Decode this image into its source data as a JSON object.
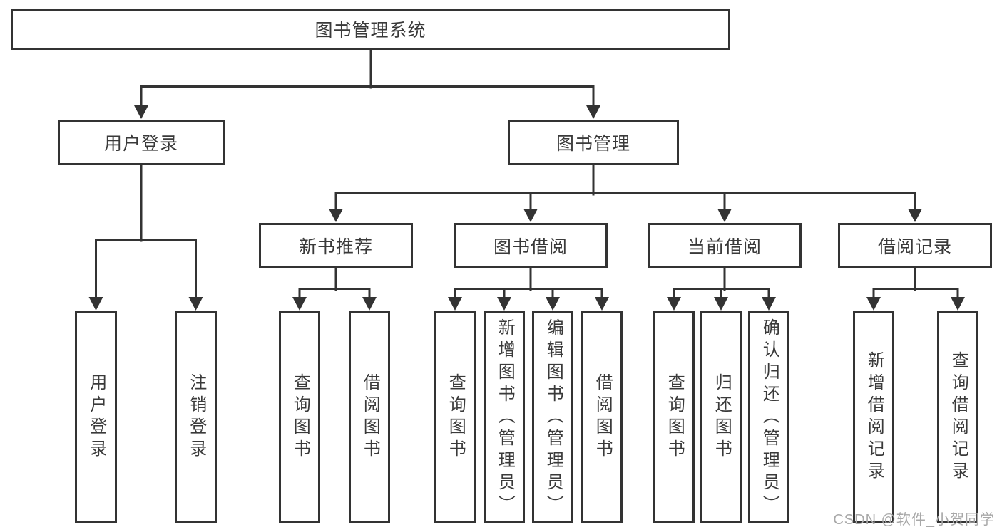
{
  "diagram": {
    "root": {
      "label": "图书管理系统",
      "children": [
        {
          "label": "用户登录",
          "children": [
            {
              "label": "用户登录"
            },
            {
              "label": "注销登录"
            }
          ]
        },
        {
          "label": "图书管理",
          "children": [
            {
              "label": "新书推荐",
              "children": [
                {
                  "label": "查询图书"
                },
                {
                  "label": "借阅图书"
                }
              ]
            },
            {
              "label": "图书借阅",
              "children": [
                {
                  "label": "查询图书"
                },
                {
                  "label": "新增图书（管理员）"
                },
                {
                  "label": "编辑图书（管理员）"
                },
                {
                  "label": "借阅图书"
                }
              ]
            },
            {
              "label": "当前借阅",
              "children": [
                {
                  "label": "查询图书"
                },
                {
                  "label": "归还图书"
                },
                {
                  "label": "确认归还（管理员）"
                }
              ]
            },
            {
              "label": "借阅记录",
              "children": [
                {
                  "label": "新增借阅记录"
                },
                {
                  "label": "查询借阅记录"
                }
              ]
            }
          ]
        }
      ]
    }
  },
  "watermark": {
    "text": "CSDN @软件_小贺同学"
  },
  "colors": {
    "line": "#333333",
    "box_border": "#333333",
    "text": "#3a3a3a",
    "watermark": "#a8a8a8",
    "background": "#ffffff"
  }
}
